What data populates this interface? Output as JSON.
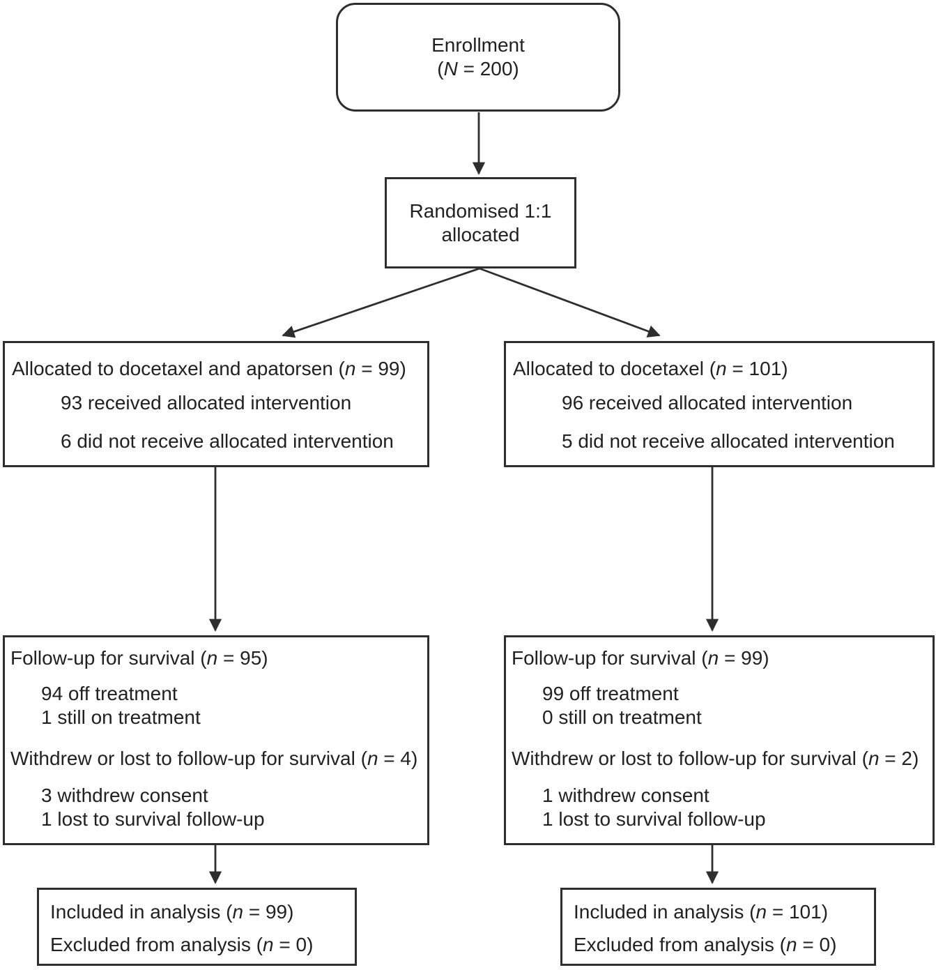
{
  "colors": {
    "line": "#2e2e2e",
    "text": "#212121",
    "background": "#ffffff"
  },
  "enrollment": {
    "title": "Enrollment",
    "n_pre": "(",
    "n_var": "N",
    "n_post": " = 200)"
  },
  "randomised": {
    "line1": "Randomised 1:1",
    "line2": "allocated"
  },
  "left_arm": {
    "allocation": {
      "title_pre": "Allocated to docetaxel and apatorsen (",
      "title_var": "n",
      "title_post": " = 99)",
      "items": [
        "93 received allocated intervention",
        "6 did not receive allocated intervention"
      ]
    },
    "followup": {
      "survival_pre": "Follow-up for survival (",
      "survival_var": "n",
      "survival_post": " = 95)",
      "survival_items": [
        "94 off treatment",
        "1 still on treatment"
      ],
      "withdrew_pre": "Withdrew or lost to follow-up for survival (",
      "withdrew_var": "n",
      "withdrew_post": " = 4)",
      "withdrew_items": [
        "3 withdrew consent",
        "1 lost to survival follow-up"
      ]
    },
    "analysis": {
      "included_pre": "Included in analysis (",
      "included_var": "n",
      "included_post": " = 99)",
      "excluded_pre": "Excluded from analysis (",
      "excluded_var": "n",
      "excluded_post": " = 0)"
    }
  },
  "right_arm": {
    "allocation": {
      "title_pre": "Allocated to docetaxel (",
      "title_var": "n",
      "title_post": " = 101)",
      "items": [
        "96 received allocated intervention",
        "5 did not receive allocated intervention"
      ]
    },
    "followup": {
      "survival_pre": "Follow-up for survival (",
      "survival_var": "n",
      "survival_post": " = 99)",
      "survival_items": [
        "99 off treatment",
        "0 still on treatment"
      ],
      "withdrew_pre": "Withdrew or lost to follow-up for survival (",
      "withdrew_var": "n",
      "withdrew_post": " = 2)",
      "withdrew_items": [
        "1 withdrew consent",
        "1 lost to survival follow-up"
      ]
    },
    "analysis": {
      "included_pre": "Included in analysis (",
      "included_var": "n",
      "included_post": " = 101)",
      "excluded_pre": "Excluded from analysis (",
      "excluded_var": "n",
      "excluded_post": " = 0)"
    }
  }
}
